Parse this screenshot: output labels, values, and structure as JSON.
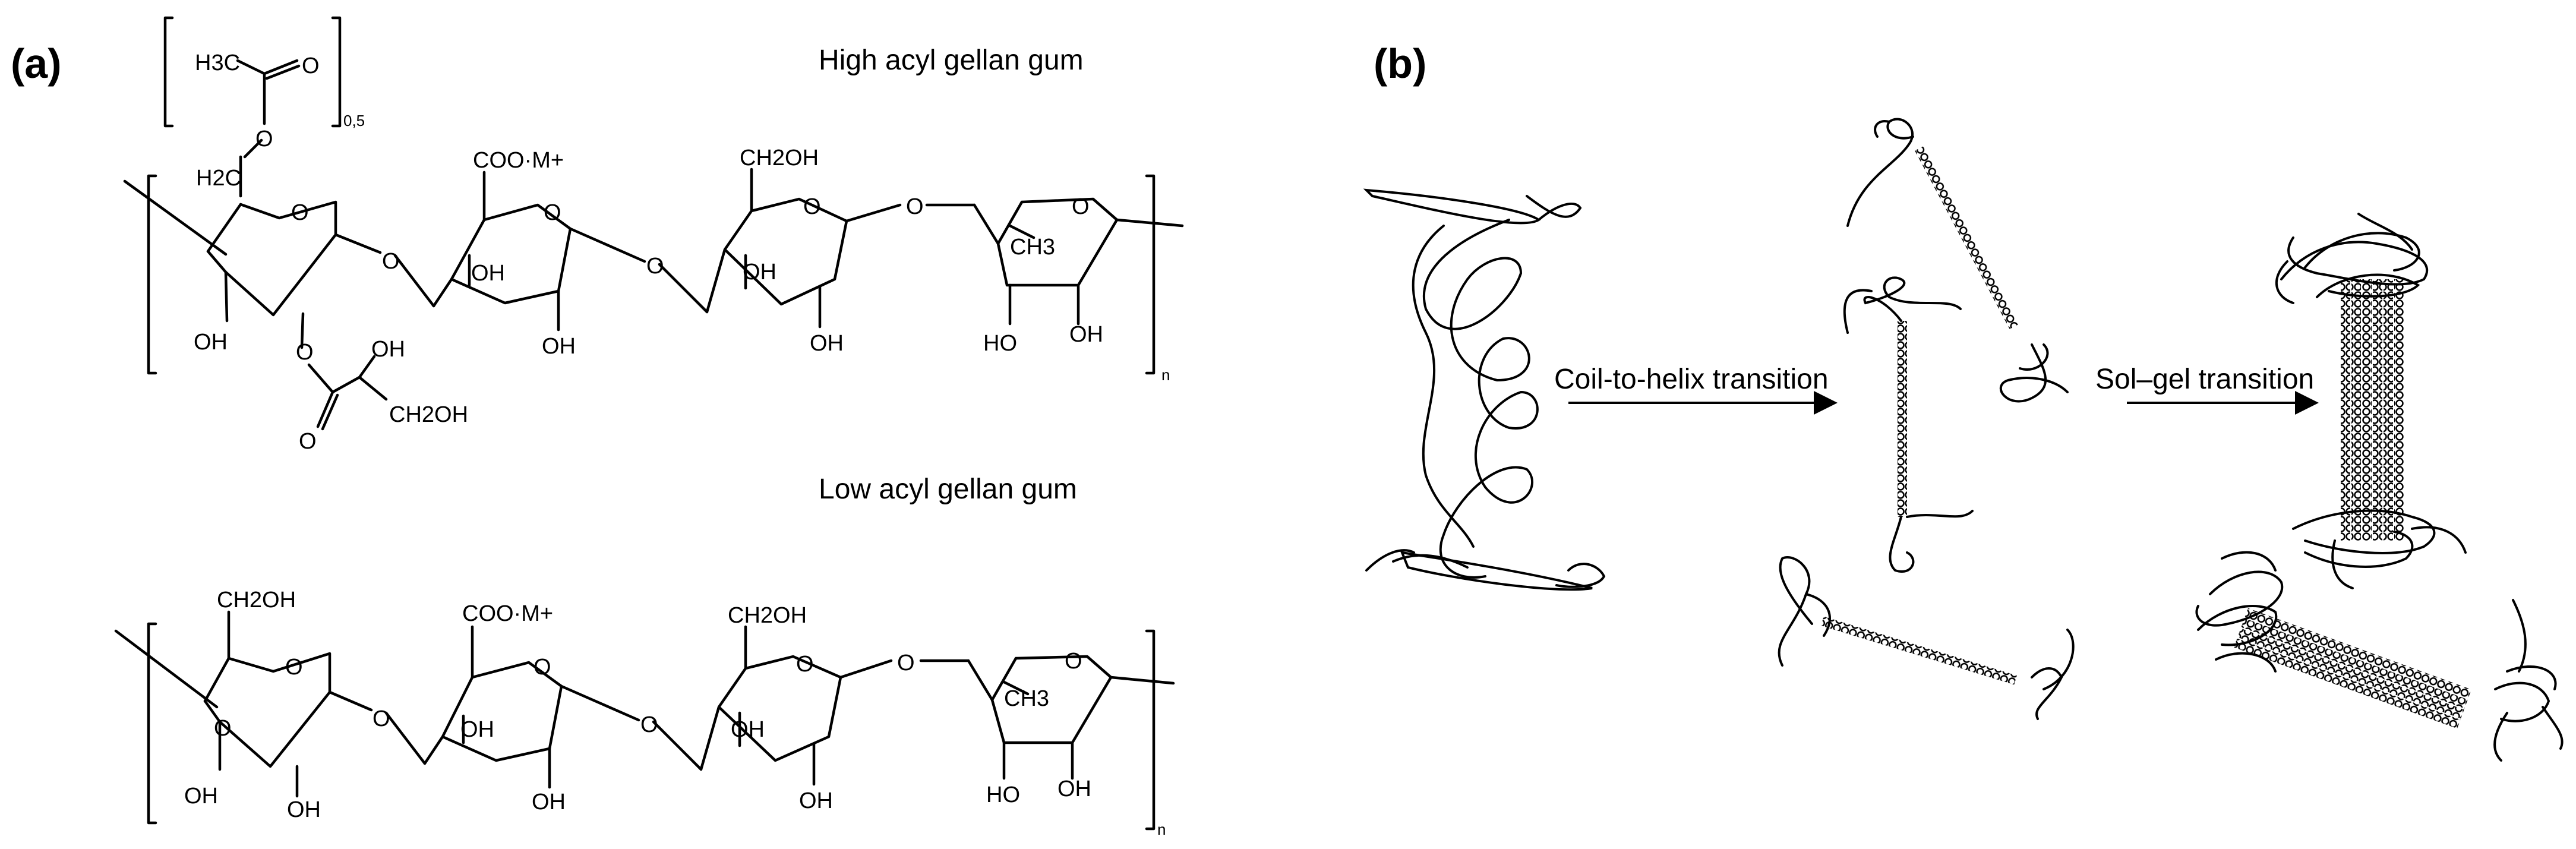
{
  "panel_a": {
    "label": "(a)",
    "high_acyl_title": "High acyl gellan gum",
    "low_acyl_title": "Low acyl gellan gum",
    "high_acyl": {
      "acetyl_ch3": "H3C",
      "acetyl_o": "O",
      "acetyl_ring_o": "O",
      "acetyl_subscript": "0,5",
      "h2c": "H2C",
      "ring1_o": "O",
      "glycosidic_o1": "O",
      "glyceryl_o": "O",
      "glyceryl_carbonyl_o": "O",
      "glyceryl_oh": "OH",
      "glyceryl_ch2oh": "CH2OH",
      "ring1_oh": "OH",
      "ring2_coo": "COO·M+",
      "ring2_o": "O",
      "ring2_oh3": "OH",
      "ring2_oh2": "OH",
      "glycosidic_o2": "O",
      "ring3_ch2oh": "CH2OH",
      "ring3_o": "O",
      "ring3_oh3": "OH",
      "ring3_oh2": "OH",
      "glycosidic_o3": "O",
      "ring4_o": "O",
      "ring4_ch3": "CH3",
      "ring4_ho": "HO",
      "ring4_oh": "OH",
      "repeat_n": "n"
    },
    "low_acyl": {
      "ring1_ch2oh": "CH2OH",
      "ring1_o": "O",
      "ring1_o4": "O",
      "ring1_oh3": "OH",
      "ring1_oh2": "OH",
      "glycosidic_o1": "O",
      "ring2_coo": "COO·M+",
      "ring2_o": "O",
      "ring2_oh3": "OH",
      "ring2_oh2": "OH",
      "glycosidic_o2": "O",
      "ring3_ch2oh": "CH2OH",
      "ring3_o": "O",
      "ring3_oh3": "OH",
      "ring3_oh2": "OH",
      "glycosidic_o3": "O",
      "ring4_o": "O",
      "ring4_ch3": "CH3",
      "ring4_ho": "HO",
      "ring4_oh": "OH",
      "repeat_n": "n"
    }
  },
  "panel_b": {
    "label": "(b)",
    "transition1": "Coil-to-helix transition",
    "transition2": "Sol–gel transition"
  }
}
